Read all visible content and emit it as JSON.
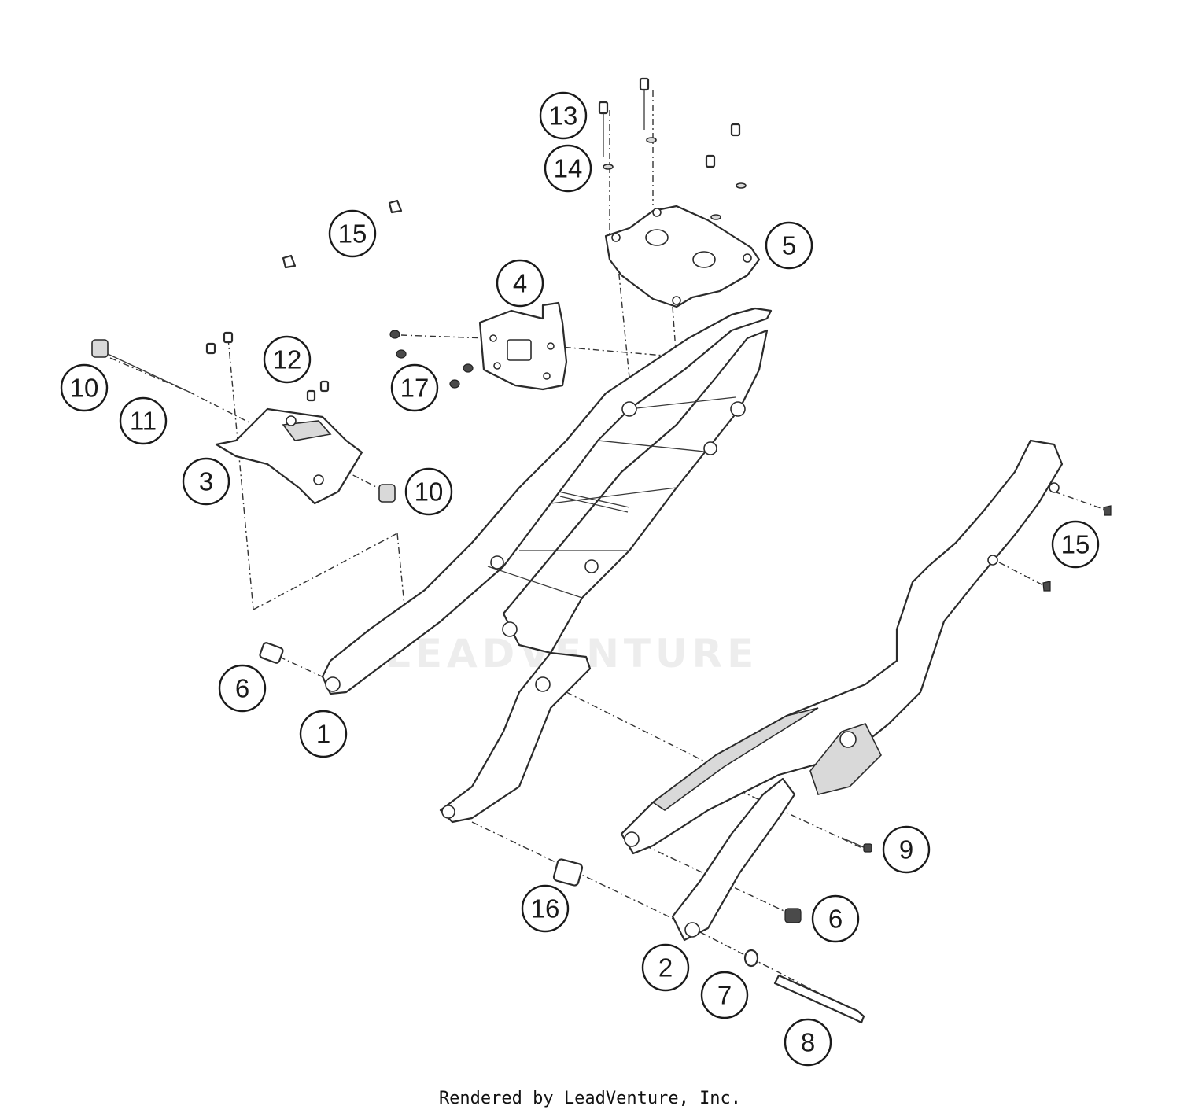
{
  "watermark": "LEADVENTURE",
  "footer": "Rendered by LeadVenture, Inc.",
  "callouts": [
    {
      "id": "c-13",
      "label": "13"
    },
    {
      "id": "c-14",
      "label": "14"
    },
    {
      "id": "c-5",
      "label": "5"
    },
    {
      "id": "c-15a",
      "label": "15"
    },
    {
      "id": "c-4",
      "label": "4"
    },
    {
      "id": "c-12",
      "label": "12"
    },
    {
      "id": "c-17",
      "label": "17"
    },
    {
      "id": "c-10a",
      "label": "10"
    },
    {
      "id": "c-11",
      "label": "11"
    },
    {
      "id": "c-3",
      "label": "3"
    },
    {
      "id": "c-10b",
      "label": "10"
    },
    {
      "id": "c-15b",
      "label": "15"
    },
    {
      "id": "c-6a",
      "label": "6"
    },
    {
      "id": "c-1",
      "label": "1"
    },
    {
      "id": "c-9",
      "label": "9"
    },
    {
      "id": "c-16",
      "label": "16"
    },
    {
      "id": "c-6b",
      "label": "6"
    },
    {
      "id": "c-2",
      "label": "2"
    },
    {
      "id": "c-7",
      "label": "7"
    },
    {
      "id": "c-8",
      "label": "8"
    }
  ]
}
